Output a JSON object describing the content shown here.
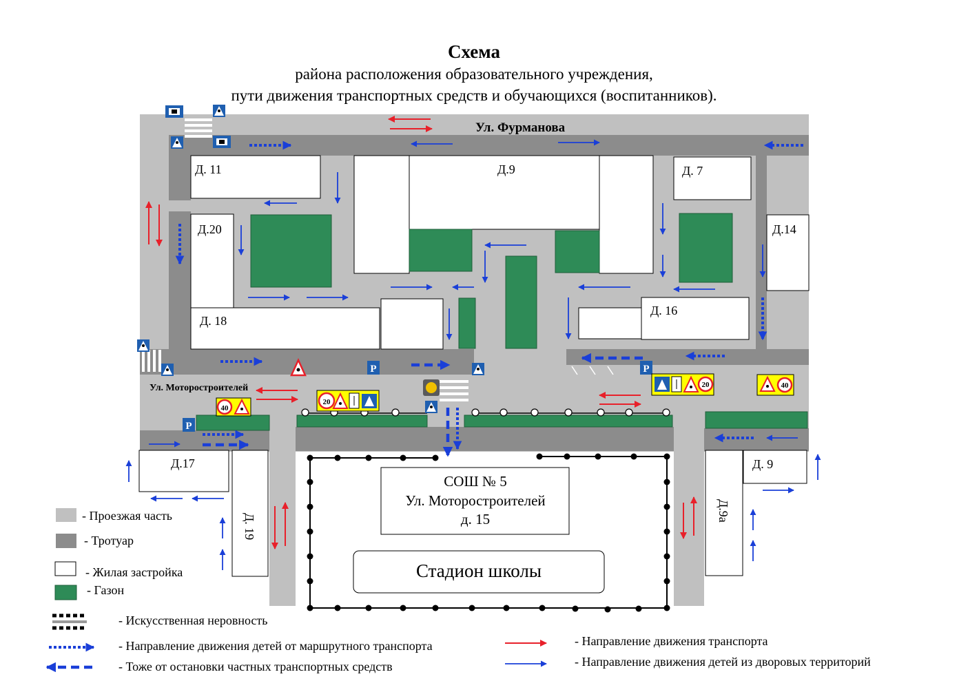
{
  "title": {
    "main": "Схема",
    "line1": "района расположения образовательного учреждения,",
    "line2": "пути движения транспортных средств и обучающихся (воспитанников)."
  },
  "streets": {
    "furmanova": "Ул. Фурманова",
    "motorostroiteley": "Ул. Моторостроителей"
  },
  "buildings": {
    "d11": "Д. 11",
    "d9_top": "Д.9",
    "d7": "Д. 7",
    "d20": "Д.20",
    "d14": "Д.14",
    "d18": "Д. 18",
    "d16": "Д. 16",
    "d17": "Д.17",
    "d19": "Д. 19",
    "d9_right": "Д. 9",
    "d9a": "Д.9а"
  },
  "school": {
    "line1": "СОШ № 5",
    "line2": "Ул. Моторостроителей",
    "line3": "д. 15"
  },
  "stadium": "Стадион школы",
  "signs": {
    "parking": "P",
    "speed_20": "20",
    "speed_40": "40"
  },
  "legend": {
    "roadway": "- Проезжая часть",
    "sidewalk": "- Тротуар",
    "residential": "- Жилая застройка",
    "lawn": "- Газон",
    "speed_bump": "- Искусственная неровность",
    "children_transit": "- Направление движения детей от маршрутного транспорта",
    "children_private": "- Тоже от остановки частных транспортных средств",
    "traffic_direction": "- Направление движения транспорта",
    "children_yards": "- Направление движения детей из дворовых территорий"
  },
  "colors": {
    "roadway": "#c0c0c0",
    "sidewalk": "#8c8c8c",
    "lawn": "#2e8b57",
    "building": "#ffffff",
    "traffic_arrow": "#e8202a",
    "children_arrow": "#1a3fd8",
    "sign_yellow": "#ffff00",
    "sign_blue": "#1f5fb0"
  }
}
